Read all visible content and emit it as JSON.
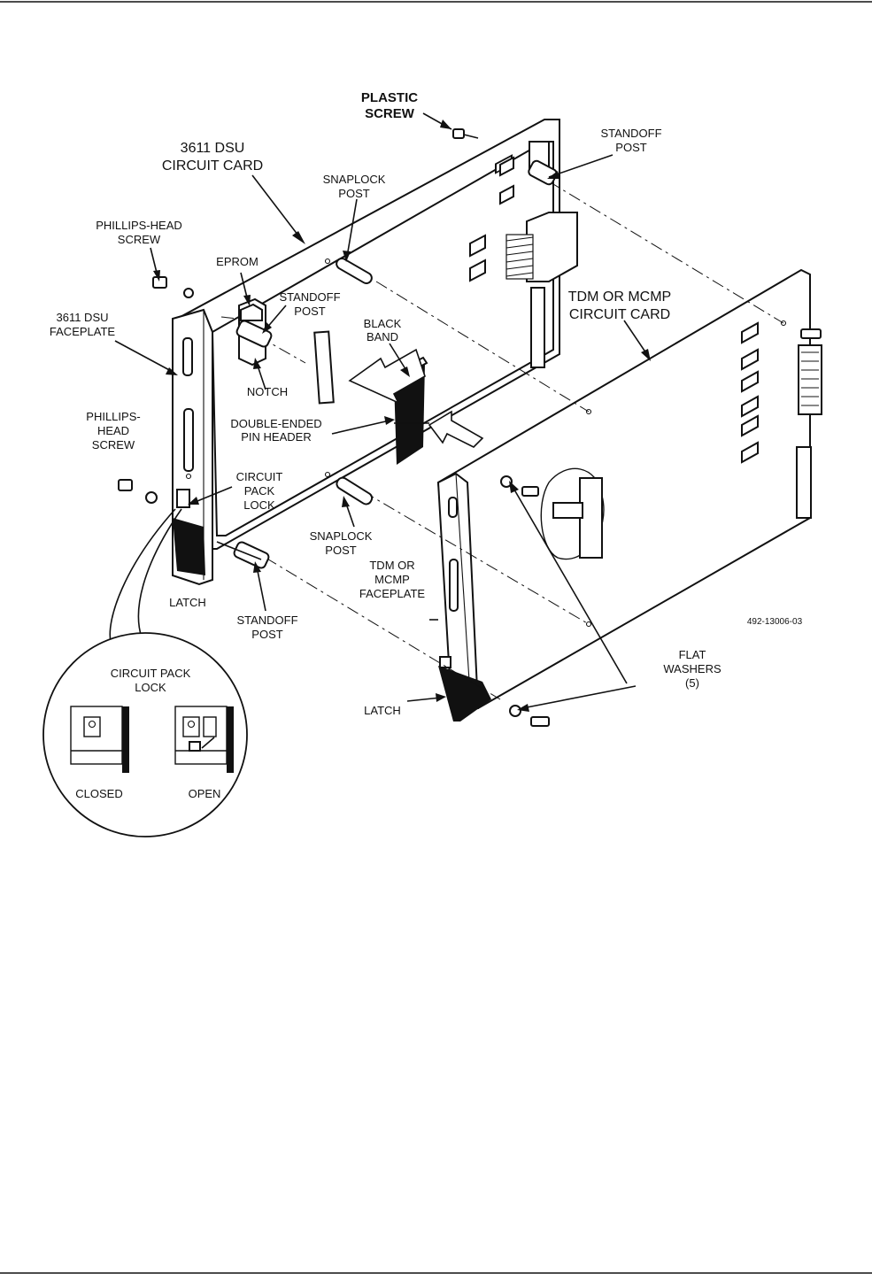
{
  "labels": {
    "plastic_screw": [
      "PLASTIC",
      "SCREW"
    ],
    "dsu_card": [
      "3611 DSU",
      "CIRCUIT CARD"
    ],
    "standoff_post_top": [
      "STANDOFF",
      "POST"
    ],
    "snaplock_post_top": [
      "SNAPLOCK",
      "POST"
    ],
    "phillips_head_screw_top": [
      "PHILLIPS-HEAD",
      "SCREW"
    ],
    "eprom": "EPROM",
    "standoff_post_mid": [
      "STANDOFF",
      "POST"
    ],
    "dsu_faceplate": [
      "3611 DSU",
      "FACEPLATE"
    ],
    "notch": "NOTCH",
    "black_band": [
      "BLACK",
      "BAND"
    ],
    "tdm_card": [
      "TDM OR MCMP",
      "CIRCUIT CARD"
    ],
    "pin_header": [
      "DOUBLE-ENDED",
      "PIN HEADER"
    ],
    "phillips_head_screw_bottom": [
      "PHILLIPS-",
      "HEAD",
      "SCREW"
    ],
    "circuit_pack_lock": [
      "CIRCUIT",
      "PACK",
      "LOCK"
    ],
    "snaplock_post_bottom": [
      "SNAPLOCK",
      "POST"
    ],
    "tdm_faceplate": [
      "TDM OR",
      "MCMP",
      "FACEPLATE"
    ],
    "latch_left": "LATCH",
    "standoff_post_bottom": [
      "STANDOFF",
      "POST"
    ],
    "figure_number": "492-13006-03",
    "flat_washers": [
      "FLAT",
      "WASHERS",
      "(5)"
    ],
    "latch_right": "LATCH",
    "inset_title": [
      "CIRCUIT PACK",
      "LOCK"
    ],
    "closed": "CLOSED",
    "open": "OPEN"
  }
}
